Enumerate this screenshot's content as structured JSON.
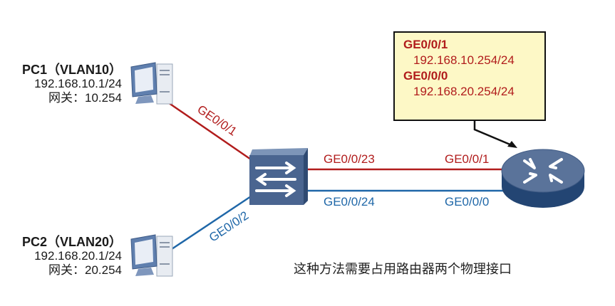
{
  "pc1": {
    "title": "PC1（VLAN10）",
    "ip": "192.168.10.1/24",
    "gateway": "网关：10.254"
  },
  "pc2": {
    "title": "PC2（VLAN20）",
    "ip": "192.168.20.1/24",
    "gateway": "网关：20.254"
  },
  "links": {
    "pc1_switch_port": "GE0/0/1",
    "pc2_switch_port": "GE0/0/2",
    "switch_uplink_red": "GE0/0/23",
    "switch_uplink_blue": "GE0/0/24",
    "router_port_red": "GE0/0/1",
    "router_port_blue": "GE0/0/0"
  },
  "callout": {
    "if1_name": "GE0/0/1",
    "if1_ip": "192.168.10.254/24",
    "if2_name": "GE0/0/0",
    "if2_ip": "192.168.20.254/24"
  },
  "caption": "这种方法需要占用路由器两个物理接口",
  "colors": {
    "vlan10_link": "#b11c1c",
    "vlan20_link": "#1f67a8",
    "device_body": "#4a6590",
    "callout_bg": "#fdf8c6"
  }
}
